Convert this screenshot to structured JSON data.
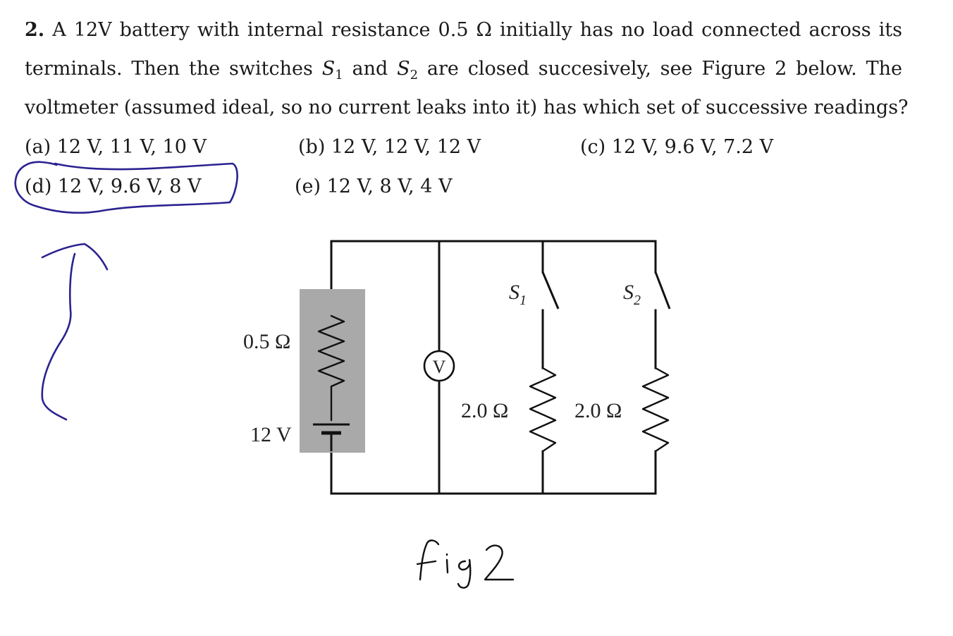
{
  "question": {
    "number": "2.",
    "line1": "A 12V battery with internal resistance 0.5 Ω initially has no load connected across its",
    "line2_a": "terminals. Then the switches ",
    "s1_sym": "S",
    "s1_sub": "1",
    "line2_b": " and ",
    "s2_sym": "S",
    "s2_sub": "2",
    "line2_c": " are closed succesively, see Figure 2 below. The",
    "line3": "voltmeter (assumed ideal, so no current leaks into it) has which set of successive readings?"
  },
  "choices": {
    "a": "(a) 12 V, 11 V, 10 V",
    "b": "(b) 12 V, 12 V, 12 V",
    "c": "(c) 12 V, 9.6 V, 7.2 V",
    "d": "(d) 12 V, 9.6 V, 8 V",
    "e": "(e) 12 V, 8 V, 4 V"
  },
  "figure": {
    "internal_resistance_label": "0.5 Ω",
    "battery_label": "12 V",
    "voltmeter_symbol": "V",
    "load1_label": "2.0 Ω",
    "load2_label": "2.0 Ω",
    "switch1_symbol": "S",
    "switch1_sub": "1",
    "switch2_symbol": "S",
    "switch2_sub": "2",
    "handwritten_caption": "Fig2"
  },
  "annotations": {
    "circled_choice": "d",
    "ink_color": "#2a2290"
  }
}
